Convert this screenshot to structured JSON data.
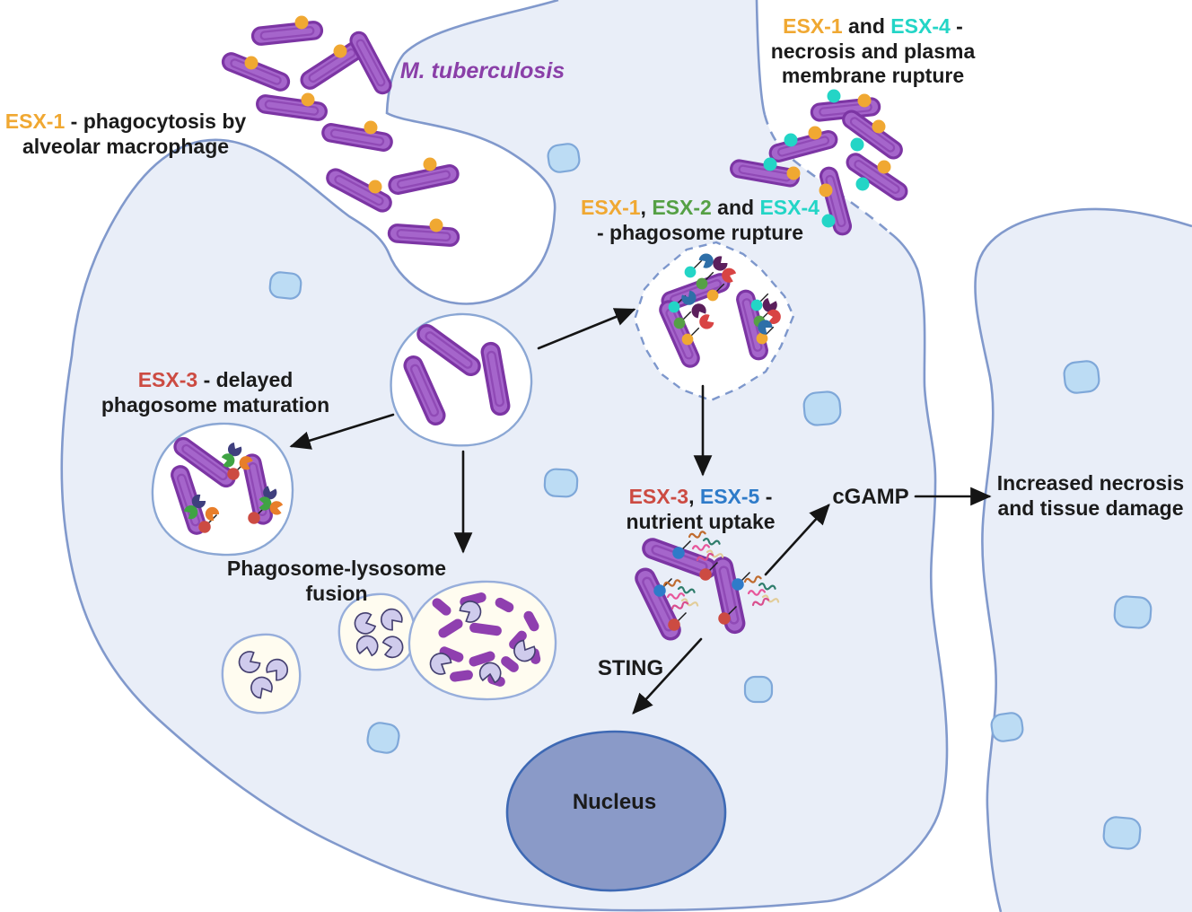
{
  "figure": {
    "organism_label": "M. tuberculosis",
    "labels": {
      "phagocytosis": {
        "esx1": "ESX-1",
        "line1_rest": " - phagocytosis by",
        "line2": "alveolar macrophage"
      },
      "necrosis": {
        "esx1": "ESX-1",
        "and": " and ",
        "esx4": "ESX-4",
        "dash": " -",
        "line2": "necrosis and plasma",
        "line3": "membrane rupture"
      },
      "phagosome_rupture": {
        "esx1": "ESX-1",
        "comma": ", ",
        "esx2": "ESX-2",
        "and": " and ",
        "esx4": "ESX-4",
        "line2": "- phagosome rupture"
      },
      "delayed_maturation": {
        "esx3": "ESX-3",
        "line1_rest": " - delayed",
        "line2": "phagosome maturation"
      },
      "fusion": {
        "line1": "Phagosome-lysosome",
        "line2": "fusion"
      },
      "nutrient_uptake": {
        "esx3": "ESX-3",
        "comma": ", ",
        "esx5": "ESX-5",
        "dash": " -",
        "line2": "nutrient uptake"
      },
      "cgamp": "cGAMP",
      "increased_necrosis": {
        "line1": "Increased necrosis",
        "line2": "and tissue damage"
      },
      "sting": "STING",
      "nucleus": "Nucleus"
    },
    "colors": {
      "esx1": "#F0A832",
      "esx2": "#55A045",
      "esx3": "#CC4B42",
      "esx4": "#23D5C6",
      "esx5": "#2E7BC9",
      "organism": "#8A3FA8",
      "text": "#1B1B1B",
      "cell_fill": "#E9EEF8",
      "membrane": "#8199CC",
      "bacterium_fill": "#A565CB",
      "bacterium_stroke": "#7C35A4",
      "vesicle_fill": "#BCDCF4",
      "vesicle_stroke": "#7FA8D9",
      "nucleus_fill": "#8A9AC8",
      "nucleus_stroke": "#3E69B4",
      "lysosome_fill": "#FFFCF0",
      "enzyme_fill": "#CFCBEC"
    }
  }
}
